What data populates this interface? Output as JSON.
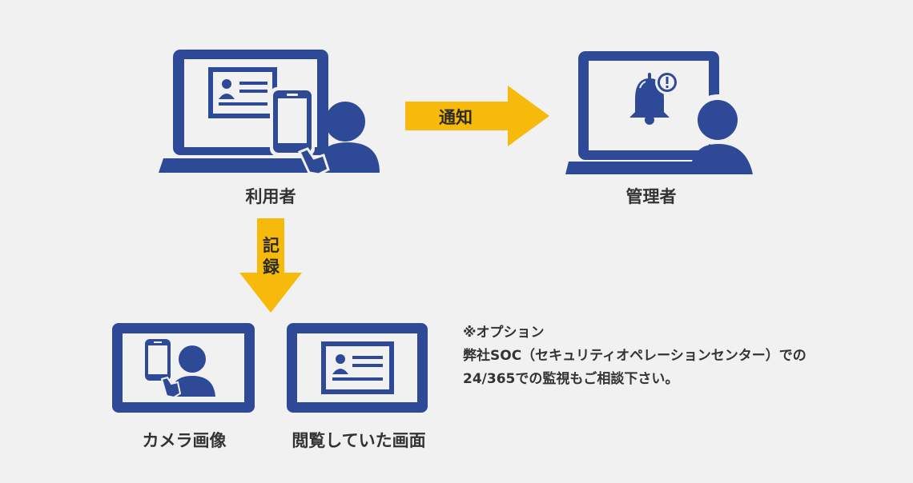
{
  "colors": {
    "navy": "#2e4a97",
    "arrow": "#f7b90a",
    "background": "#f1f1f1",
    "text": "#333333"
  },
  "nodes": {
    "user": {
      "label": "利用者",
      "icons": [
        "monitor-icon",
        "document-id-icon",
        "smartphone-icon",
        "person-icon"
      ]
    },
    "admin": {
      "label": "管理者",
      "icons": [
        "monitor-icon",
        "alarm-bell-icon",
        "person-icon"
      ]
    },
    "camera": {
      "label": "カメラ画像",
      "icons": [
        "tablet-icon",
        "smartphone-icon",
        "person-icon"
      ]
    },
    "screen": {
      "label": "閲覧していた画面",
      "icons": [
        "tablet-icon",
        "document-id-icon"
      ]
    }
  },
  "arrows": {
    "notify": {
      "label": "通知",
      "direction": "right"
    },
    "record": {
      "label_line1": "記",
      "label_line2": "録",
      "direction": "down"
    }
  },
  "note": {
    "line1": "※オプション",
    "line2": "弊社SOC（セキュリティオペレーションセンター）での",
    "line3": "24/365での監視もご相談下さい。"
  }
}
